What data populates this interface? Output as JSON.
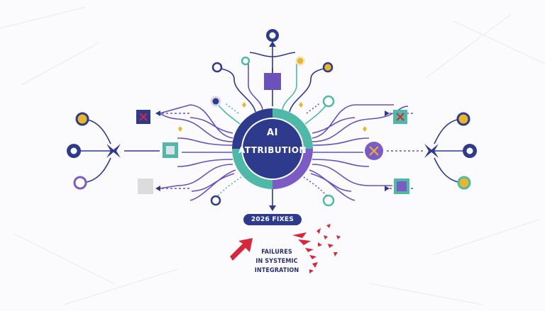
{
  "hub": {
    "line1": "AI",
    "line2": "ATTRIBUTION"
  },
  "badge": {
    "label": "2026 FIXES"
  },
  "caption": {
    "lines": [
      "FAILURES",
      "IN SYSTEMIC",
      "INTEGRATION"
    ]
  },
  "colors": {
    "navy": "#2e3a8c",
    "teal": "#4fb8a6",
    "purple": "#7b5cc4",
    "yellow": "#e8b530",
    "red": "#d8263a",
    "gray": "#dcdcdc",
    "background": "#fbfbfd"
  }
}
